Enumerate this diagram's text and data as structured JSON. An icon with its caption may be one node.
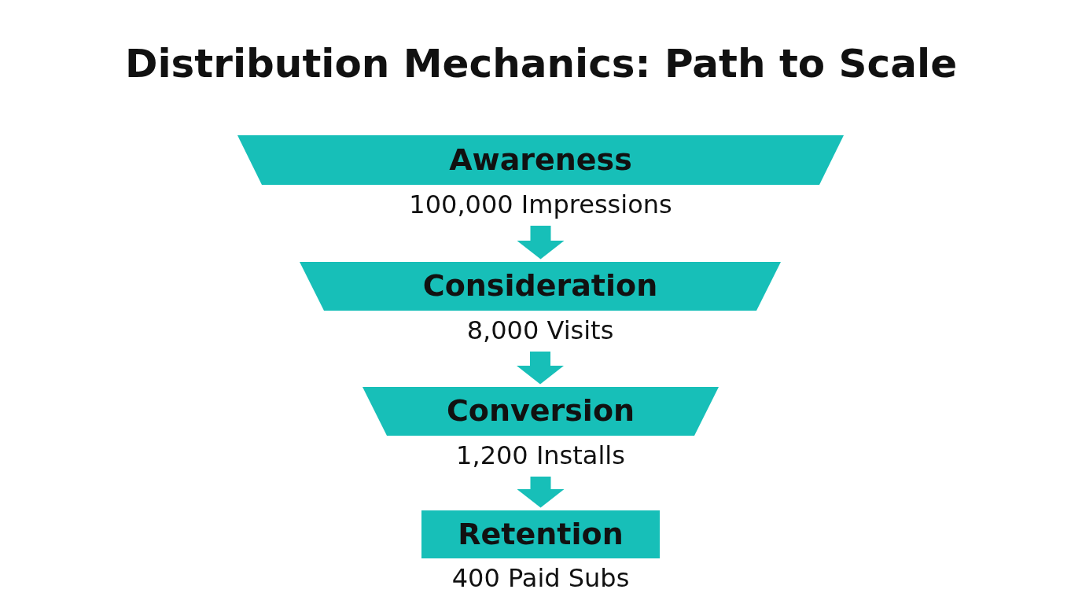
{
  "diagram": {
    "title": "Distribution Mechanics: Path to Scale",
    "nodes": [
      {
        "text": [
          "Awareness"
        ],
        "beside": [
          "100,000 Impressions"
        ]
      },
      {
        "text": [
          "Consideration"
        ],
        "beside": [
          "8,000 Visits"
        ]
      },
      {
        "text": [
          "Conversion"
        ],
        "beside": [
          "1,200 Installs"
        ]
      },
      {
        "text": [
          "Retention"
        ],
        "beside": [
          "400 Paid Subs"
        ]
      }
    ],
    "edges": [
      {
        "from": 0,
        "to": 1,
        "arrow": "to"
      },
      {
        "from": 1,
        "to": 2,
        "arrow": "to"
      },
      {
        "from": 2,
        "to": 3,
        "arrow": "to"
      }
    ]
  }
}
